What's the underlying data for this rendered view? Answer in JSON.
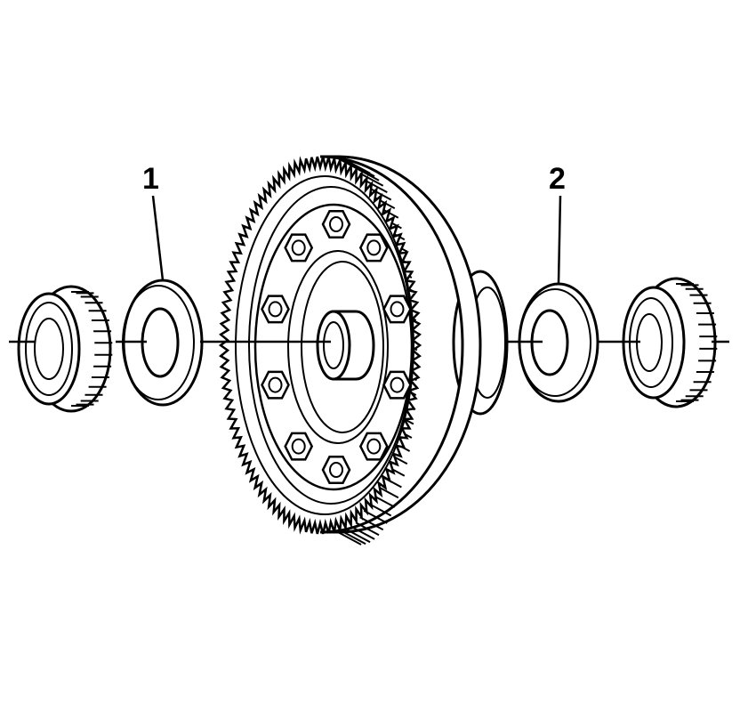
{
  "callouts": [
    {
      "id": "1",
      "label": "1"
    },
    {
      "id": "2",
      "label": "2"
    }
  ],
  "colors": {
    "background": "#ffffff",
    "line": "#000000"
  }
}
